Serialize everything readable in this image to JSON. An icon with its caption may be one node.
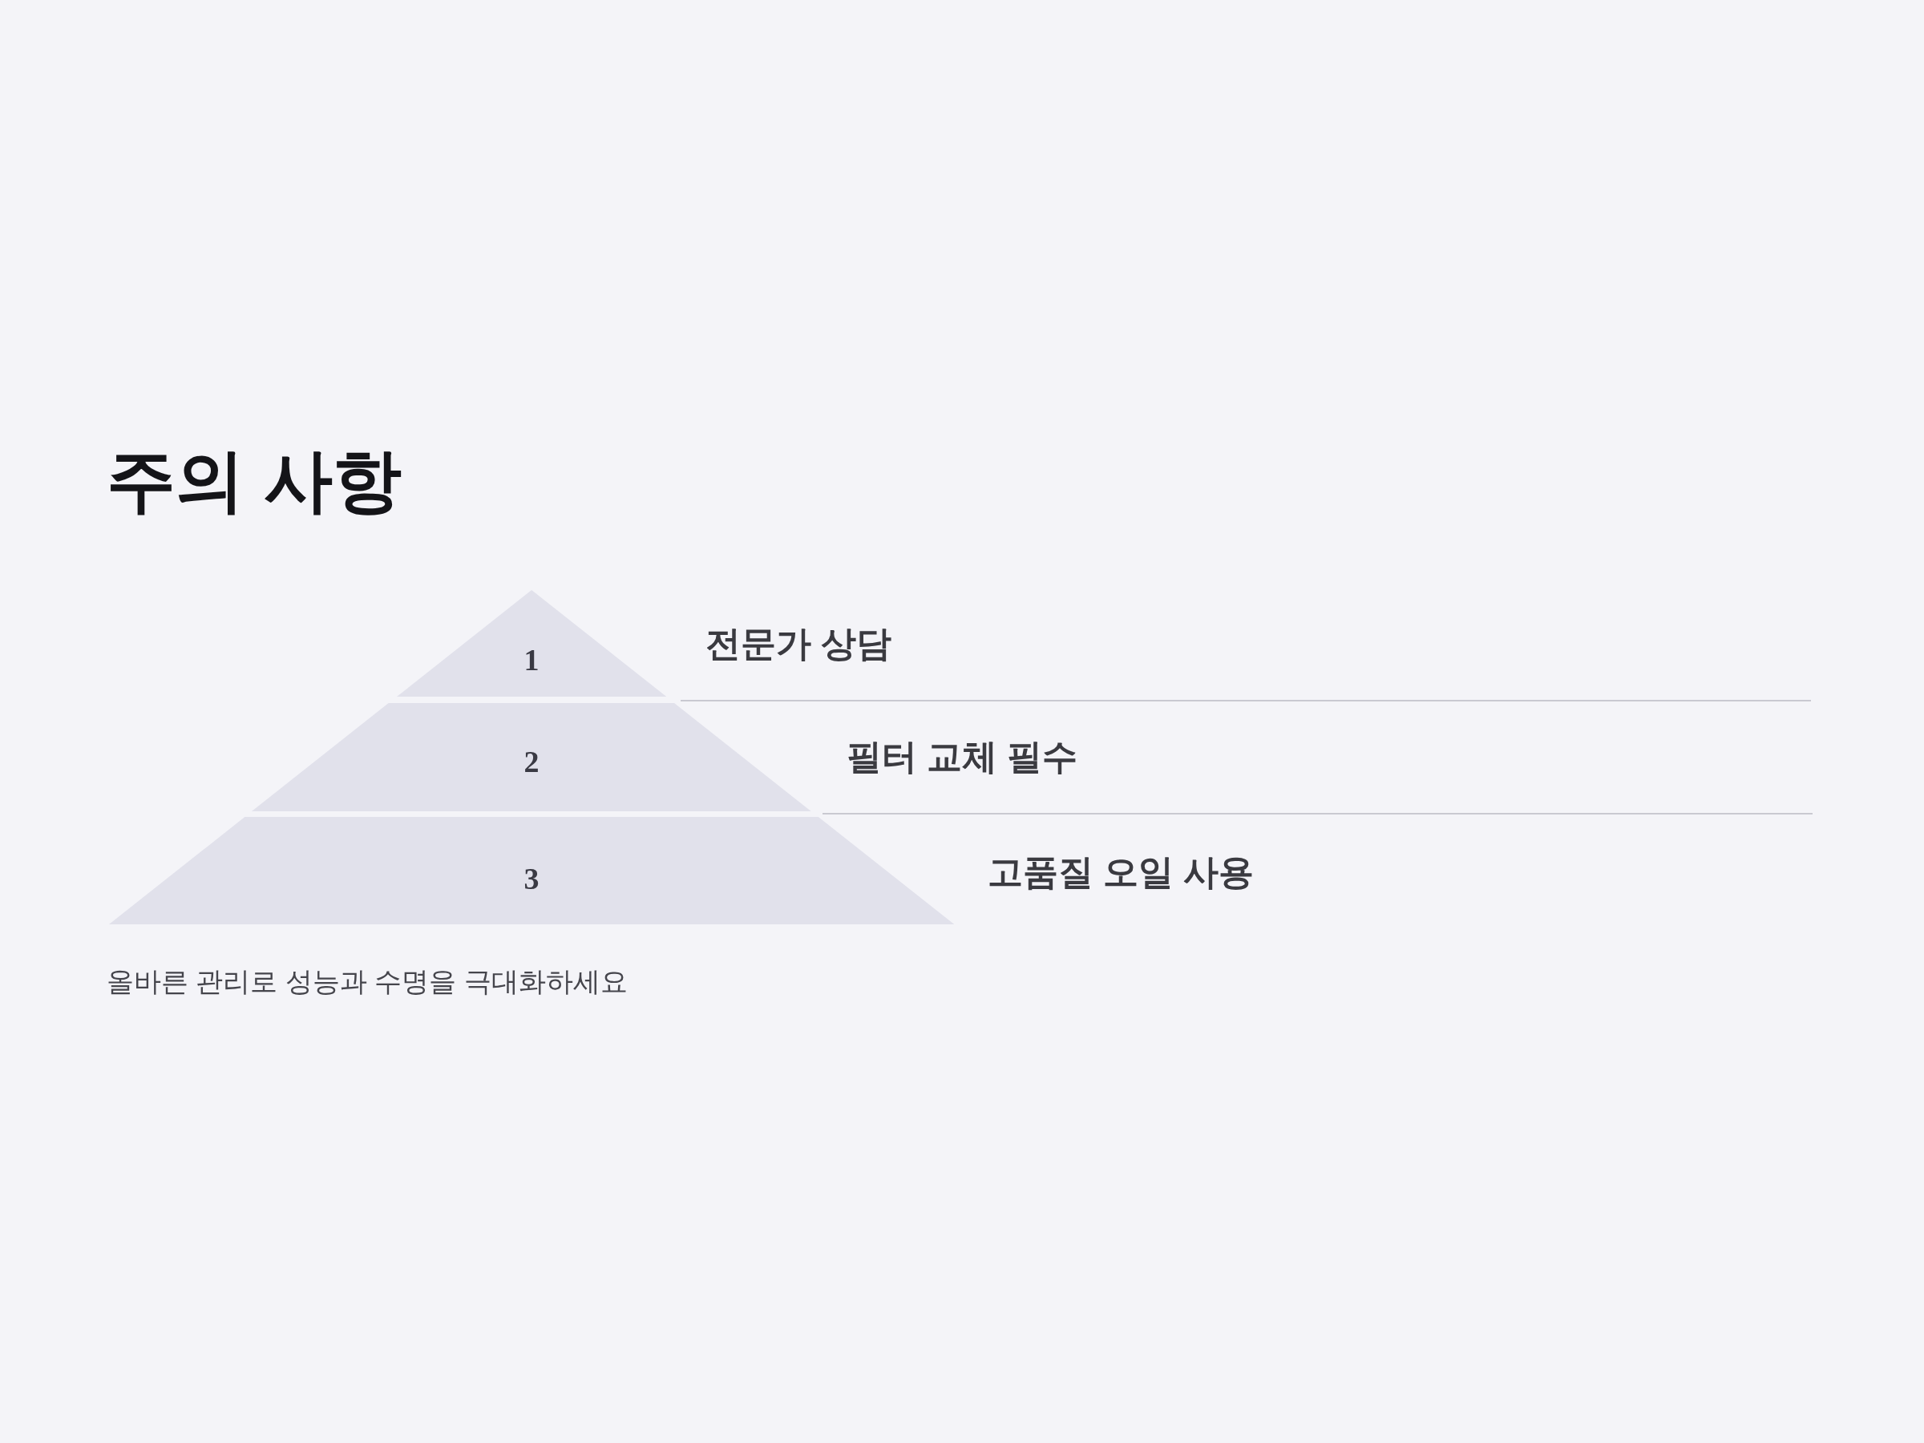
{
  "diagram": {
    "title": "주의 사항",
    "nodes": [
      {
        "text": [
          "1"
        ],
        "beside": [
          "전문가 상담"
        ]
      },
      {
        "text": [
          "2"
        ],
        "beside": [
          "필터 교체 필수"
        ]
      },
      {
        "text": [
          "3"
        ],
        "beside": [
          "고품질 오일 사용"
        ]
      }
    ],
    "caption": "올바른 관리로 성능과 수명을 극대화하세요"
  }
}
